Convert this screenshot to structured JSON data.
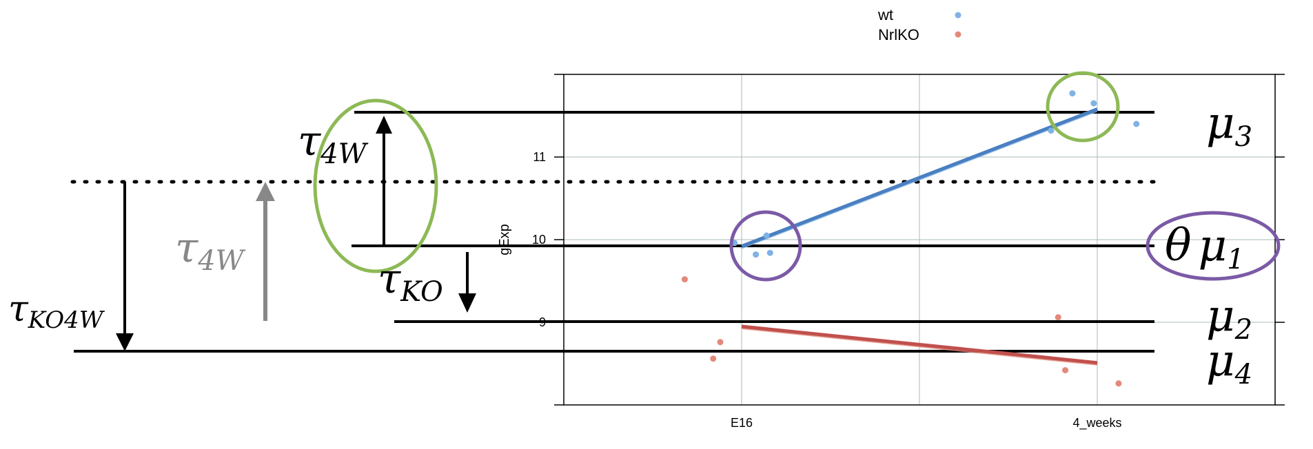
{
  "legend": {
    "items": [
      {
        "label": "wt",
        "color": "#7fb2e5"
      },
      {
        "label": "NrlKO",
        "color": "#e3897a"
      }
    ]
  },
  "chart_data": {
    "type": "scatter",
    "x_categories": [
      "E16",
      "4_weeks"
    ],
    "xlim": [
      0.5,
      2.5
    ],
    "y_ticks": [
      9,
      10,
      11
    ],
    "ylim": [
      8.0,
      12.0
    ],
    "ylabel": "gExp",
    "grid": true,
    "series": [
      {
        "name": "wt",
        "color": "#7fb2e5",
        "line_color": "#4a7fc1",
        "points": [
          {
            "x": 0.98,
            "y": 9.96
          },
          {
            "x": 1.04,
            "y": 9.82
          },
          {
            "x": 1.07,
            "y": 10.05
          },
          {
            "x": 1.08,
            "y": 9.84
          },
          {
            "x": 1.93,
            "y": 11.77
          },
          {
            "x": 1.99,
            "y": 11.65
          },
          {
            "x": 1.87,
            "y": 11.32
          },
          {
            "x": 2.11,
            "y": 11.4
          }
        ],
        "fit": {
          "start": {
            "x": 1.0,
            "y": 9.92
          },
          "end": {
            "x": 2.0,
            "y": 11.58
          }
        }
      },
      {
        "name": "NrlKO",
        "color": "#e3897a",
        "line_color": "#c0504d",
        "points": [
          {
            "x": 0.84,
            "y": 9.52
          },
          {
            "x": 0.94,
            "y": 8.76
          },
          {
            "x": 0.92,
            "y": 8.56
          },
          {
            "x": 1.89,
            "y": 9.06
          },
          {
            "x": 1.91,
            "y": 8.42
          },
          {
            "x": 2.06,
            "y": 8.26
          }
        ],
        "fit": {
          "start": {
            "x": 1.0,
            "y": 8.95
          },
          "end": {
            "x": 2.0,
            "y": 8.51
          }
        }
      }
    ]
  },
  "annotations": {
    "levels": {
      "mu1": {
        "theta": "θ",
        "symbol": "μ",
        "subscript": "1"
      },
      "mu2": {
        "symbol": "μ",
        "subscript": "2"
      },
      "mu3": {
        "symbol": "μ",
        "subscript": "3"
      },
      "mu4": {
        "symbol": "μ",
        "subscript": "4"
      }
    },
    "effects": {
      "tau_4w_gray": {
        "symbol": "τ",
        "subscript": "4W",
        "color": "#888888"
      },
      "tau_4w": {
        "symbol": "τ",
        "subscript": "4W",
        "color": "#000000"
      },
      "tau_ko": {
        "symbol": "τ",
        "subscript": "KO",
        "color": "#000000"
      },
      "tau_ko4w": {
        "symbol": "τ",
        "subscript": "KO4W",
        "color": "#000000"
      }
    },
    "highlight_colors": {
      "green": "#8db956",
      "purple": "#7b5aa6"
    }
  }
}
